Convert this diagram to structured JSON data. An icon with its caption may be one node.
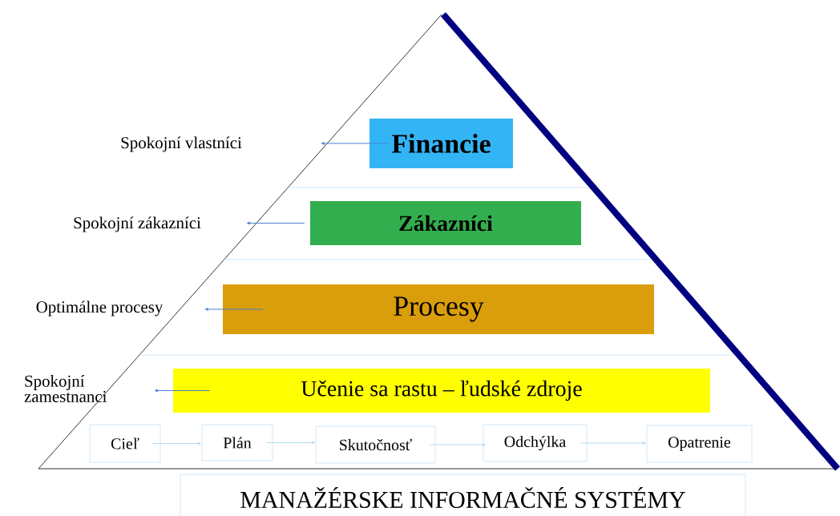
{
  "diagram": {
    "nodes": [
      {
        "text": [
          "Spokojní vlastníci"
        ]
      },
      {
        "text": [
          "Financie"
        ]
      },
      {
        "text": [
          "Spokojní zákazníci"
        ]
      },
      {
        "text": [
          "Zákazníci"
        ]
      },
      {
        "text": [
          "Optimálne procesy"
        ]
      },
      {
        "text": [
          "Procesy"
        ]
      },
      {
        "text": [
          "Spokojní zamestnanci"
        ]
      },
      {
        "text": [
          "Učenie sa rastu – ľudské zdroje"
        ]
      },
      {
        "text": [
          "Cieľ"
        ]
      },
      {
        "text": [
          "Plán"
        ]
      },
      {
        "text": [
          "Skutočnosť"
        ]
      },
      {
        "text": [
          "Odchýlka"
        ]
      },
      {
        "text": [
          "Opatrenie"
        ]
      },
      {
        "text": [
          "MANAŽÉRSKE INFORMAČNÉ SYSTÉMY"
        ]
      }
    ],
    "edges": [
      {
        "from": 1,
        "to": null,
        "arrow": "to",
        "color": "#4a7fcf"
      },
      {
        "from": 3,
        "to": null,
        "arrow": "to",
        "color": "#4a7fcf"
      },
      {
        "from": 5,
        "to": null,
        "arrow": "to",
        "color": "#4a7fcf"
      },
      {
        "from": 7,
        "to": null,
        "arrow": "to",
        "color": "#4a7fcf"
      },
      {
        "from": 8,
        "to": 9,
        "arrow": "to",
        "color": "#b5dcf5"
      },
      {
        "from": 9,
        "to": 10,
        "arrow": "to",
        "color": "#b5dcf5"
      },
      {
        "from": 10,
        "to": 11,
        "arrow": "to",
        "color": "#b5dcf5"
      },
      {
        "from": 11,
        "to": 12,
        "arrow": "to",
        "color": "#b5dcf5"
      }
    ]
  }
}
